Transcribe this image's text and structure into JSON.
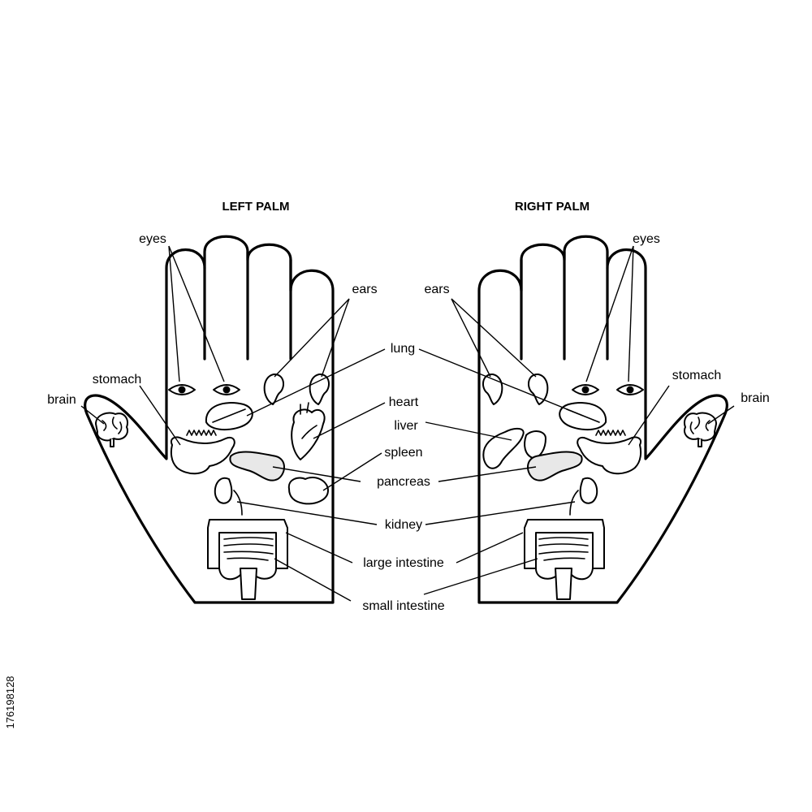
{
  "titles": {
    "left": "LEFT PALM",
    "right": "RIGHT PALM"
  },
  "labels": {
    "left_eyes": "eyes",
    "left_stomach": "stomach",
    "left_brain": "brain",
    "right_eyes": "eyes",
    "right_stomach": "stomach",
    "right_brain": "brain",
    "ears_left": "ears",
    "ears_right": "ears",
    "lung": "lung",
    "heart": "heart",
    "liver": "liver",
    "spleen": "spleen",
    "pancreas": "pancreas",
    "kidney": "kidney",
    "large_intestine": "large intestine",
    "small_intestine": "small intestine"
  },
  "stock_id": "176198128",
  "colors": {
    "line": "#000000",
    "background": "#ffffff"
  }
}
